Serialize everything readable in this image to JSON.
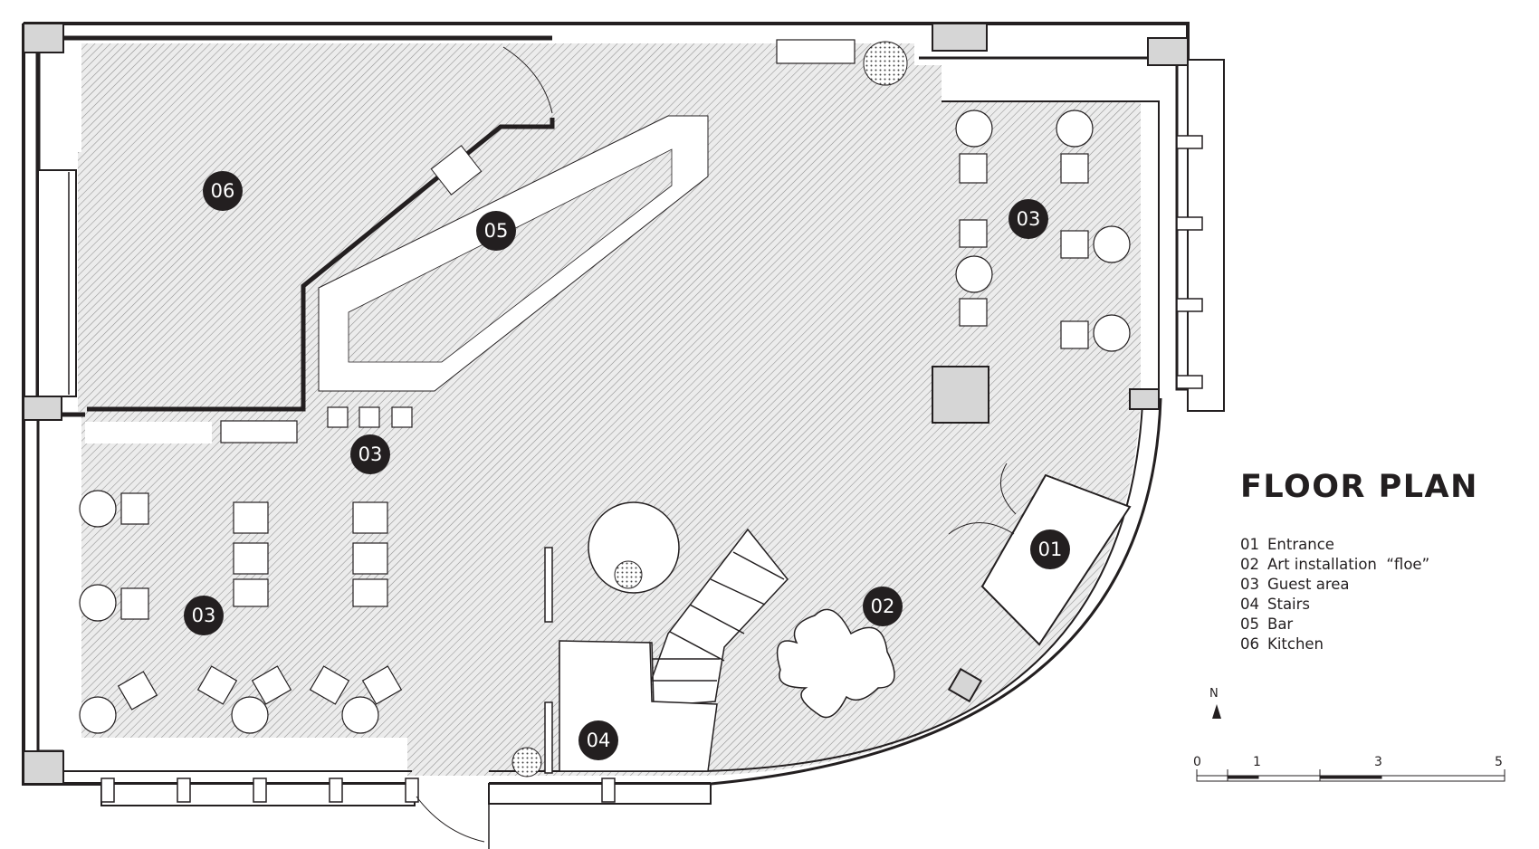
{
  "title": "FLOOR PLAN",
  "legend": [
    {
      "num": "01",
      "label": "Entrance"
    },
    {
      "num": "02",
      "label": "Art installation  “floe”"
    },
    {
      "num": "03",
      "label": "Guest area"
    },
    {
      "num": "04",
      "label": "Stairs"
    },
    {
      "num": "05",
      "label": "Bar"
    },
    {
      "num": "06",
      "label": "Kitchen"
    }
  ],
  "markers": {
    "m01": "01",
    "m02": "02",
    "m03a": "03",
    "m03b": "03",
    "m03c": "03",
    "m04": "04",
    "m05": "05",
    "m06": "06"
  },
  "north_label": "N",
  "scale_ticks": [
    "0",
    "1",
    "3",
    "5"
  ],
  "colors": {
    "hatch": "#8a8a8a",
    "wall": "#231f20",
    "column": "#d6d6d6",
    "marker": "#231f20"
  }
}
